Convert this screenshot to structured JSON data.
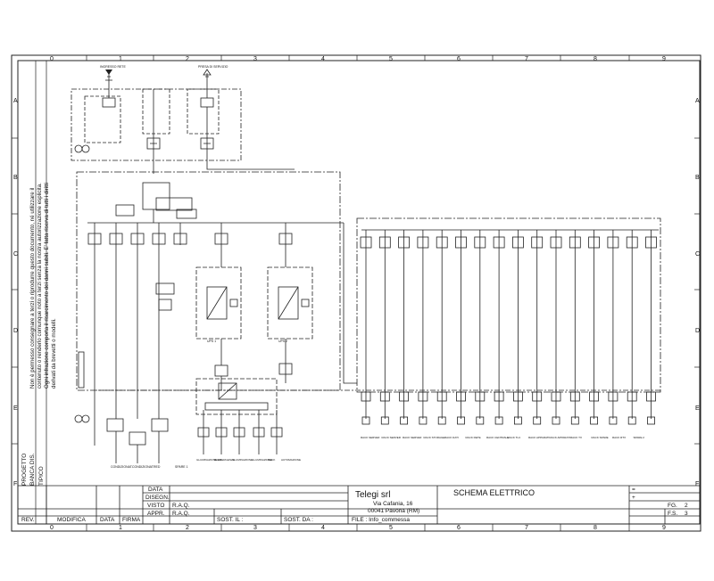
{
  "frame": {
    "column_labels": [
      "0",
      "1",
      "2",
      "3",
      "4",
      "5",
      "6",
      "7",
      "8",
      "9"
    ],
    "row_labels": [
      "A",
      "B",
      "C",
      "D",
      "E",
      "F"
    ]
  },
  "side_note": "Non è permesso consegnare a terzi o riprodurre questo documento, né utilizzare il contenuto o renderlo comunque noto a terzi senza la nostra autorizzazione esplicita. Ogni infrazione comporta il risarcimento dei danni subiti. E' fatta riserva di tutti i diritti derivati da brevetti o modelli.",
  "side_labels": {
    "progetto": "PROGETTO",
    "banca_dis": "BANCA DIS.",
    "tipico": "TIPICO"
  },
  "title_block": {
    "data_label": "DATA",
    "disegn_label": "DISEGN.",
    "visto_label": "VISTO",
    "visto_value": "R.A.Q.",
    "appr_label": "APPR.",
    "appr_value": "R.A.Q.",
    "rev_label": "REV.",
    "modifica_label": "MODIFICA",
    "data_col_label": "DATA",
    "firma_label": "FIRMA",
    "sost_il_label": "SOST. IL :",
    "sost_da_label": "SOST. DA :",
    "company": "Telegi srl",
    "address_line1": "Via Cafania, 16",
    "address_line2": "00041 Pavona (RM)",
    "file_label": "FILE : Info_commessa",
    "drawing_title": "SCHEMA ELETTRICO",
    "eq_symbol": "=",
    "plus_symbol": "+",
    "fg_label": "FG.",
    "fg_value": "2",
    "fs_label": "F.S.",
    "fs_value": "3"
  },
  "schematic": {
    "source_top_left": "INGRESSO RETE",
    "source_top_right": "PRESA DI SERVIZIO",
    "ups_label_1": "UPS 1",
    "ups_label_2": "UPS 2",
    "bottom_left_labels": [
      "CONDIZIONAT.",
      "CONDIZIONAT.",
      "RED",
      "SPARE 1"
    ],
    "bottom_center_labels": [
      "ILLUMINAZIONE EMERGENZA",
      "RACK",
      "ILLUMINAZIONE",
      "ILLUMINAZIONE",
      "RACK",
      "AUTOMAZIONE"
    ],
    "bottom_right_labels": [
      "RACK SERVER",
      "RACK SERVER",
      "RACK SERVER",
      "RACK STORAGE",
      "RACK DATI",
      "RACK RETE",
      "RACK CENTRALE",
      "RACK TLC",
      "RACK APPARATI",
      "RACK APPARATI",
      "RACK TX",
      "RACK SPARE",
      "RACK RTX",
      "SPARE 2"
    ]
  }
}
